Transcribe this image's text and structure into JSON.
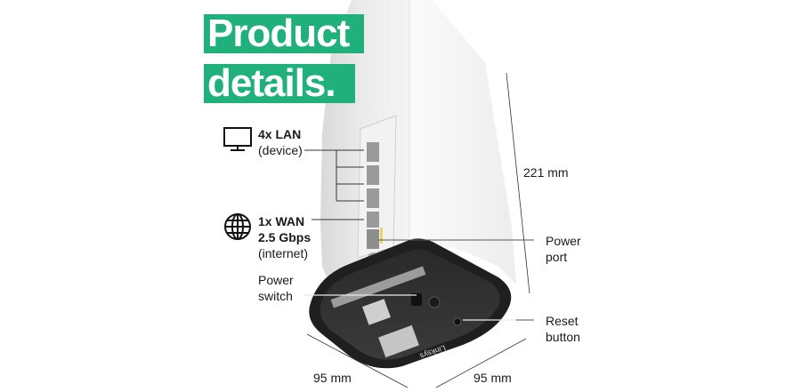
{
  "title": {
    "line1": "Product",
    "line2": "details.",
    "accent_color": "#1fb07c"
  },
  "callouts": {
    "lan": {
      "icon": "monitor-icon",
      "bold": "4x LAN",
      "normal": "(device)"
    },
    "wan": {
      "icon": "globe-icon",
      "bold1": "1x WAN",
      "bold2": "2.5 Gbps",
      "normal": "(internet)"
    },
    "power_switch": {
      "line1": "Power",
      "line2": "switch"
    },
    "power_port": {
      "line1": "Power",
      "line2": "port"
    },
    "reset_button": {
      "line1": "Reset",
      "line2": "button"
    }
  },
  "dimensions": {
    "height": "221 mm",
    "width_left": "95 mm",
    "width_right": "95 mm"
  },
  "product": {
    "brand_label": "Linksys"
  }
}
